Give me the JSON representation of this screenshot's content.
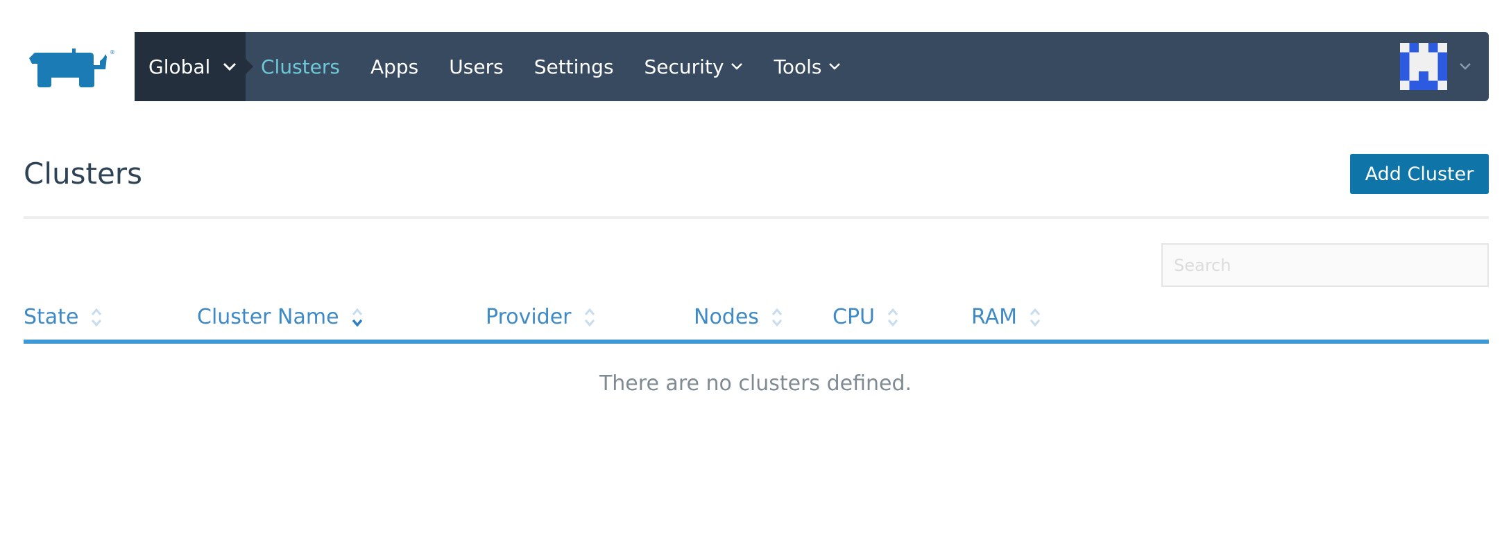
{
  "colors": {
    "nav_bg": "#384a5f",
    "nav_active_bg": "#232f3c",
    "active_link": "#6ec8d8",
    "primary_button": "#0f75a8",
    "table_header_text": "#3d8ac7",
    "table_header_border": "#3d98d3",
    "logo": "#1b7bb4",
    "avatar_blue": "#2c5ae0"
  },
  "header": {
    "logo_icon": "rancher-logo",
    "scope": {
      "label": "Global",
      "icon": "chevron-down-icon"
    },
    "nav_items": [
      {
        "label": "Clusters",
        "active": true,
        "dropdown": false
      },
      {
        "label": "Apps",
        "active": false,
        "dropdown": false
      },
      {
        "label": "Users",
        "active": false,
        "dropdown": false
      },
      {
        "label": "Settings",
        "active": false,
        "dropdown": false
      },
      {
        "label": "Security",
        "active": false,
        "dropdown": true
      },
      {
        "label": "Tools",
        "active": false,
        "dropdown": true
      }
    ],
    "user_menu": {
      "avatar_icon": "identicon-avatar",
      "icon": "chevron-down-icon"
    }
  },
  "page": {
    "title": "Clusters",
    "add_button_label": "Add Cluster",
    "search_placeholder": "Search",
    "search_value": ""
  },
  "table": {
    "columns": [
      {
        "label": "State",
        "sort": "none"
      },
      {
        "label": "Cluster Name",
        "sort": "descending"
      },
      {
        "label": "Provider",
        "sort": "none"
      },
      {
        "label": "Nodes",
        "sort": "none"
      },
      {
        "label": "CPU",
        "sort": "none"
      },
      {
        "label": "RAM",
        "sort": "none"
      }
    ],
    "rows": [],
    "empty_message": "There are no clusters defined."
  }
}
